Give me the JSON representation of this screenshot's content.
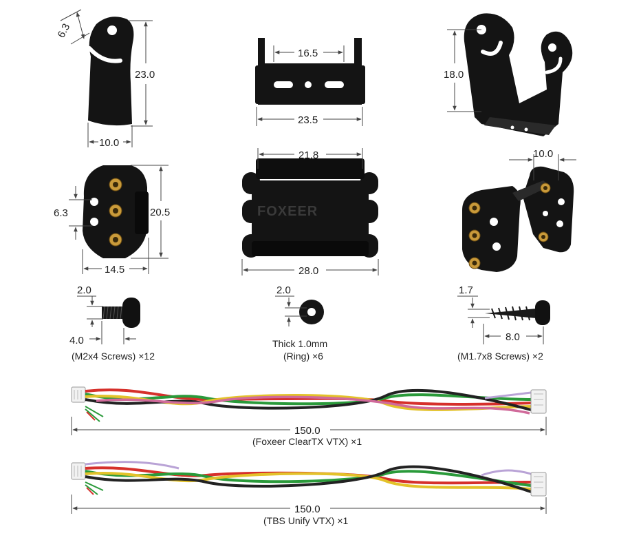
{
  "dimensions": {
    "d1_width": "6.3",
    "d1_height": "23.0",
    "d1_base": "10.0",
    "d2_inner": "16.5",
    "d2_outer": "23.5",
    "d3_height": "18.0",
    "d4_gap": "6.3",
    "d4_height": "20.5",
    "d4_width": "14.5",
    "d5_inner": "21.8",
    "d5_outer": "28.0",
    "d6_offset": "10.0",
    "s1_diameter": "2.0",
    "s1_length": "4.0",
    "ring_diameter": "2.0",
    "s2_diameter": "1.7",
    "s2_length": "8.0",
    "cable1_length": "150.0",
    "cable2_length": "150.0"
  },
  "captions": {
    "screw_m2": "(M2x4 Screws) ×12",
    "ring_thick": "Thick 1.0mm",
    "ring": "(Ring) ×6",
    "screw_m17": "(M1.7x8 Screws) ×2",
    "cable1": "(Foxeer ClearTX VTX) ×1",
    "cable2": "(TBS Unify VTX) ×1"
  },
  "brand": "FOXEER",
  "colors": {
    "part": "#141414",
    "brass": "#c99a3a",
    "wire_red": "#d6302b",
    "wire_green": "#2a9a3a",
    "wire_yellow": "#e3c22a",
    "wire_black": "#222222",
    "wire_pink": "#d06a9a",
    "wire_lavender": "#b9a3d6"
  }
}
